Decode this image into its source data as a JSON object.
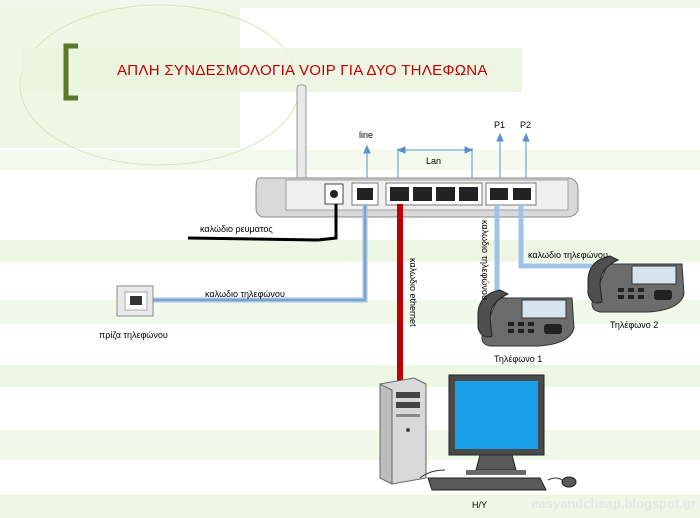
{
  "title": "ΑΠΛΗ ΣΥΝΔΕΣΜΟΛΟΓΙΑ VOIP ΓΙΑ ΔΥΟ ΤΗΛΕΦΩΝΑ",
  "labels": {
    "line": "line",
    "lan": "Lan",
    "p1": "P1",
    "p2": "P2",
    "power_cable": "καλώδιο ρευματος",
    "phone_cable_wall": "καλωδιο τηλεφώνου",
    "wall_socket": "πρίζα τηλεφώνου",
    "ethernet_cable": "καλωδιο ethernet",
    "phone_cable_p1": "καλωδιο τηλεφώνου",
    "phone_cable_p2": "καλωδιο τηλεφώνου",
    "phone1": "Τηλέφωνο 1",
    "phone2": "Τηλέφωνο 2",
    "pc": "Η/Υ",
    "watermark": "easyandcheap.blogspot.gr"
  },
  "colors": {
    "title": "#c00000",
    "ethernet_cable": "#c00000",
    "phone_cable": "#9fc3e6",
    "power_cable": "#000000",
    "arrow": "#5b8fd0",
    "bracket": "#5a7a2a"
  }
}
